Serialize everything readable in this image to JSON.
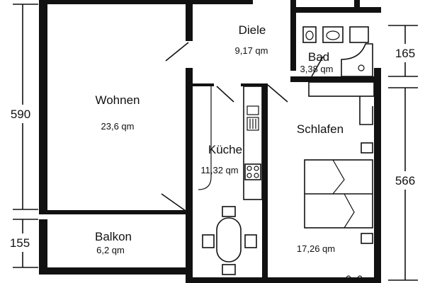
{
  "rooms": {
    "wohnen": {
      "name": "Wohnen",
      "area": "23,6 qm"
    },
    "diele": {
      "name": "Diele",
      "area": "9,17 qm"
    },
    "bad": {
      "name": "Bad",
      "area": "3,38 qm"
    },
    "schlafen": {
      "name": "Schlafen",
      "area": "17,26 qm"
    },
    "kueche": {
      "name": "Küche",
      "area": "11,32 qm"
    },
    "balkon": {
      "name": "Balkon",
      "area": "6,2 qm"
    }
  },
  "dimensions": {
    "wohnen_height": "590",
    "balkon_height": "155",
    "bad_height": "165",
    "schlafen_height": "566"
  },
  "colors": {
    "ink": "#111111",
    "background": "#ffffff"
  }
}
